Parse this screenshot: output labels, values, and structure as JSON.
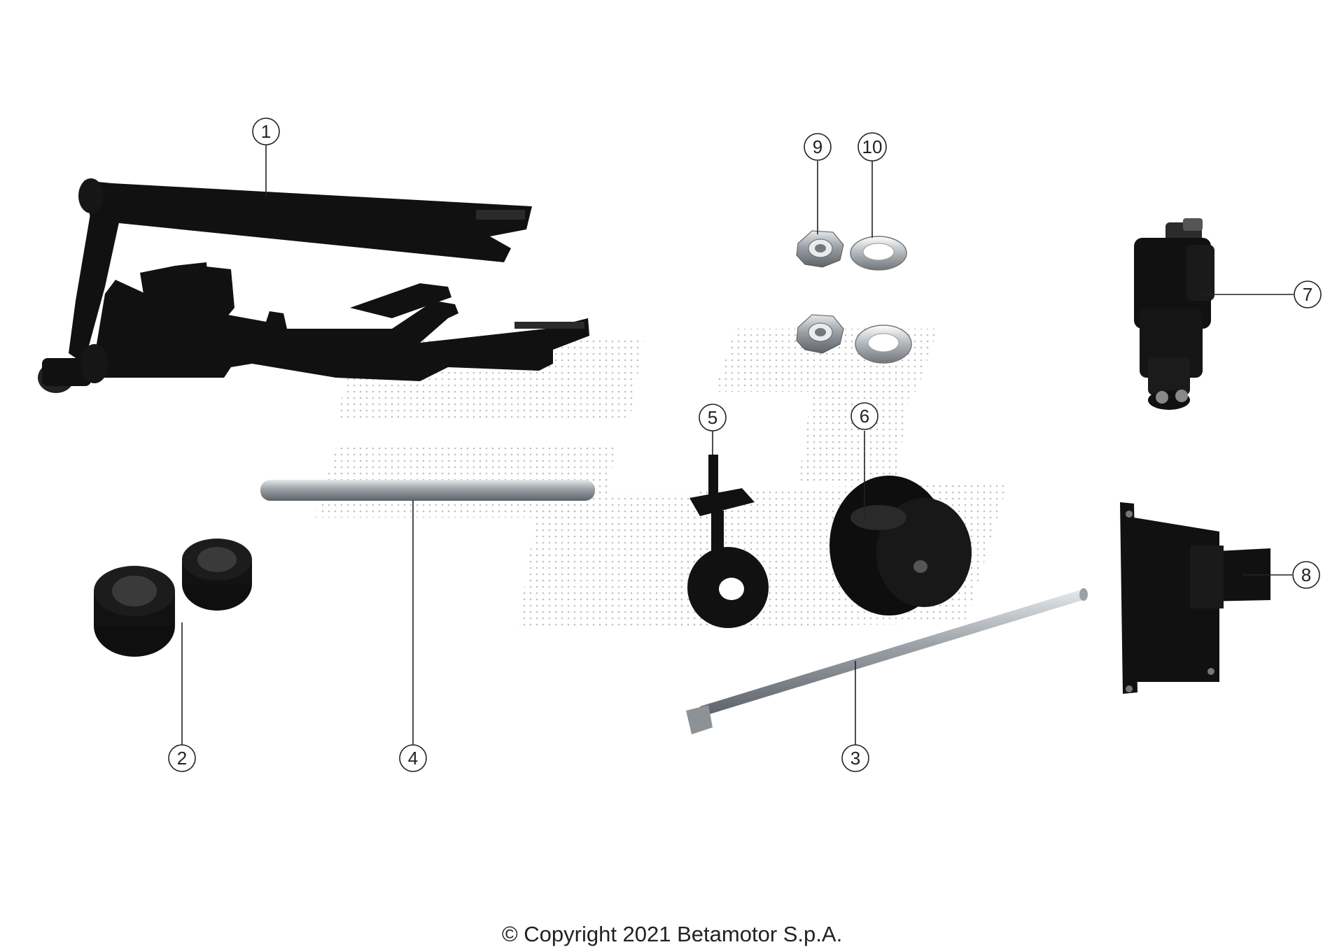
{
  "diagram": {
    "callouts": [
      {
        "id": "1",
        "label": "1"
      },
      {
        "id": "2",
        "label": "2"
      },
      {
        "id": "3",
        "label": "3"
      },
      {
        "id": "4",
        "label": "4"
      },
      {
        "id": "5",
        "label": "5"
      },
      {
        "id": "6",
        "label": "6"
      },
      {
        "id": "7",
        "label": "7"
      },
      {
        "id": "8",
        "label": "8"
      },
      {
        "id": "9",
        "label": "9"
      },
      {
        "id": "10",
        "label": "10"
      }
    ],
    "parts": [
      {
        "id": "swingarm",
        "callout": "1"
      },
      {
        "id": "bushings",
        "callout": "2"
      },
      {
        "id": "swingarm-pivot-rod",
        "callout": "3"
      },
      {
        "id": "pin",
        "callout": "4"
      },
      {
        "id": "chain-adjuster",
        "callout": "5"
      },
      {
        "id": "chain-roller",
        "callout": "6"
      },
      {
        "id": "shock-absorber",
        "callout": "7"
      },
      {
        "id": "linkage-bracket",
        "callout": "8"
      },
      {
        "id": "flange-nut",
        "callout": "9"
      },
      {
        "id": "washer",
        "callout": "10"
      }
    ],
    "colors": {
      "part_black": "#111111",
      "metal": "#b8bcc0",
      "watermark": "#9a9a9a"
    }
  },
  "footer": {
    "copyright": "© Copyright 2021 Betamotor S.p.A."
  }
}
